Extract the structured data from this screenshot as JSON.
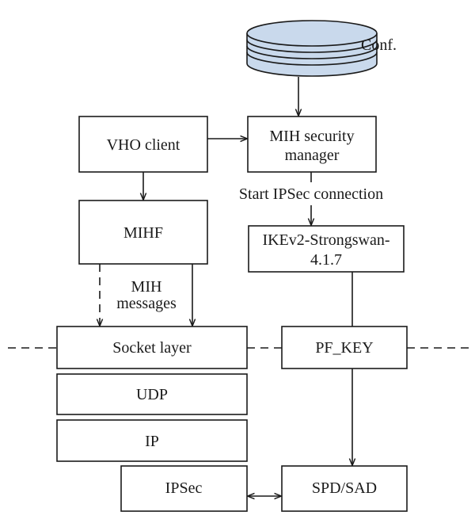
{
  "database": {
    "label": "Conf.",
    "fill": "#c9d9ec"
  },
  "boxes": {
    "vho_client": "VHO client",
    "mih_security_manager": [
      "MIH security",
      "manager"
    ],
    "mihf": "MIHF",
    "ikev2": [
      "IKEv2-Strongswan-",
      "4.1.7"
    ],
    "socket_layer": "Socket layer",
    "pf_key": "PF_KEY",
    "udp": "UDP",
    "ip": "IP",
    "ipsec": "IPSec",
    "spd_sad": "SPD/SAD"
  },
  "labels": {
    "start_ipsec": "Start IPSec connection",
    "mih_messages": [
      "MIH",
      "messages"
    ]
  }
}
